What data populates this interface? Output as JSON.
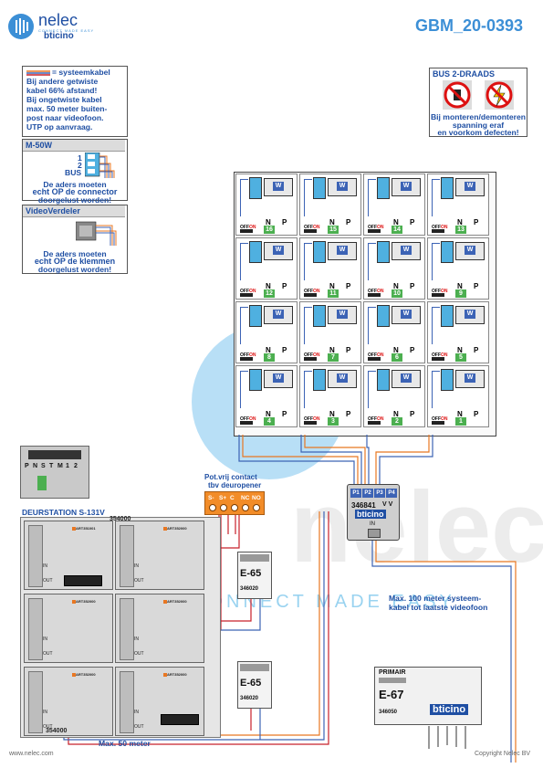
{
  "brand": {
    "name": "nelec",
    "tagline": "CONNECT MADE EASY",
    "partner": "bticino"
  },
  "doc_code": "GBM_20-0393",
  "legend": {
    "title": "= systeemkabel",
    "lines": [
      "Bij andere getwiste",
      "kabel 66% afstand!",
      "Bij ongetwiste kabel",
      "max. 50 meter buiten-",
      "post naar videofoon.",
      "UTP op aanvraag."
    ]
  },
  "bus_warning": {
    "title": "BUS 2-DRAADS",
    "lines": [
      "Bij monteren/demonteren",
      "spanning eraf",
      "en voorkom defecten!"
    ]
  },
  "m50w": {
    "title": "M-50W",
    "terminals": [
      "1",
      "2",
      "BUS"
    ],
    "note": [
      "De aders moeten",
      "echt OP de connector",
      "doorgelust worden!"
    ]
  },
  "videoverdeler": {
    "title": "VideoVerdeler",
    "note": [
      "De aders moeten",
      "echt OP de klemmen",
      "doorgelust worden!"
    ]
  },
  "monitors": {
    "w_label": "W",
    "n_label": "N",
    "p_label": "P",
    "off_label": "OFF",
    "on_label": "ON",
    "ids": [
      "16",
      "15",
      "14",
      "13",
      "12",
      "11",
      "10",
      "9",
      "8",
      "7",
      "6",
      "5",
      "4",
      "3",
      "2",
      "1"
    ]
  },
  "door_station": {
    "title": "DEURSTATION S-131V",
    "terminals": [
      "P",
      "N",
      "S",
      "T",
      "M",
      "1",
      "2"
    ],
    "module_code_a": "ART351001",
    "module_code_b": "ART352000",
    "in_label": "IN",
    "out_label": "OUT",
    "link_code": "354000"
  },
  "contact": {
    "title": "Pot.vrij contact",
    "subtitle": "tbv deuropener",
    "terminals": [
      "S-",
      "S+",
      "C",
      "NC",
      "NO"
    ]
  },
  "psu": {
    "name": "E-65",
    "code": "346020"
  },
  "distributor": {
    "ports": [
      "P1",
      "P2",
      "P3",
      "P4"
    ],
    "code": "346841",
    "vv": "V V",
    "in": "IN"
  },
  "primary_psu": {
    "label": "PRIMAIR",
    "name": "E-67",
    "code": "346050"
  },
  "notes": {
    "max100": [
      "Max. 100 meter systeem-",
      "kabel tot laatste videofoon"
    ],
    "max50": "Max. 50 meter"
  },
  "footer": {
    "website": "www.nelec.com",
    "copyright": "Copyright Nelec BV"
  },
  "colors": {
    "accent": "#1f4fa3",
    "cable_orange": "#e87722",
    "cable_blue": "#3c63b5",
    "cable_red": "#c8202a",
    "terminal_green": "#4caf50",
    "panel_grey": "#d9d9d9"
  }
}
